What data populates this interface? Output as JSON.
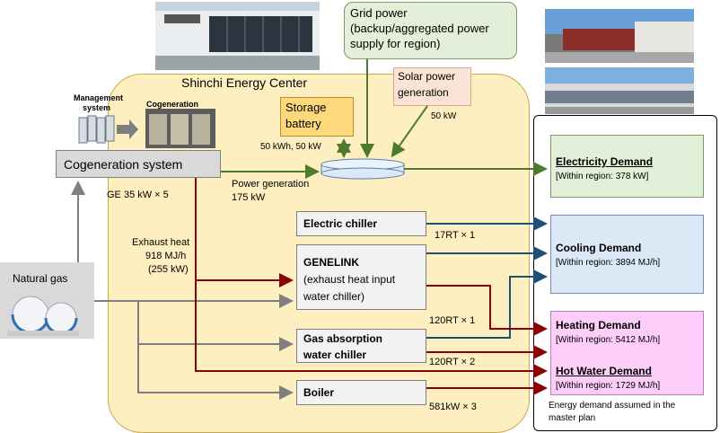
{
  "center": {
    "title": "Shinchi Energy Center"
  },
  "grid": {
    "line1": "Grid power",
    "line2": "(backup/aggregated power",
    "line3": "supply for region)"
  },
  "solar": {
    "line1": "Solar power",
    "line2": "generation",
    "capacity": "50 kW"
  },
  "storage": {
    "line1": "Storage",
    "line2": "battery",
    "capacity": "50 kWh, 50 kW"
  },
  "management": {
    "line1": "Management",
    "line2": "system"
  },
  "cogeneration": {
    "photo_label": "Cogeneration",
    "box_label": "Cogeneration system",
    "spec": "GE 35 kW × 5"
  },
  "power_generation": {
    "line1": "Power generation",
    "line2": "175 kW"
  },
  "exhaust_heat": {
    "line1": "Exhaust heat",
    "line2": "918 MJ/h",
    "line3": "(255 kW)"
  },
  "natural_gas": {
    "label": "Natural gas"
  },
  "electric_chiller": {
    "label": "Electric chiller",
    "spec": "17RT × 1"
  },
  "genelink": {
    "line1": "GENELINK",
    "line2": "(exhaust heat input",
    "line3": "water chiller)",
    "spec": "120RT × 1"
  },
  "gas_absorption": {
    "line1": "Gas absorption",
    "line2": "water chiller",
    "spec": "120RT × 2"
  },
  "boiler": {
    "label": "Boiler",
    "spec": "581kW × 3"
  },
  "demand": {
    "electricity": {
      "title": "Electricity Demand",
      "sub": "[Within region: 378 kW]"
    },
    "cooling": {
      "title": "Cooling Demand",
      "sub": "[Within region: 3894 MJ/h]"
    },
    "heating": {
      "title": "Heating Demand",
      "sub": "[Within region: 5412 MJ/h]"
    },
    "hotwater": {
      "title": "Hot Water Demand",
      "sub": "[Within region: 1729 MJ/h]"
    },
    "note_line1": "Energy demand assumed in the",
    "note_line2": "master plan"
  },
  "colors": {
    "electric": "#4e7a2e",
    "cooling": "#1f4e79",
    "heat": "#8b0000",
    "gas": "#7f7f7f",
    "center_bg": "#fdefc0",
    "grid_box": "#e3efd9",
    "solar_box": "#fbe4d5",
    "storage_box": "#fdd97c",
    "electricity_box": "#e2efd9",
    "cooling_box": "#dbe9f6",
    "heat_box": "#fccdf8"
  }
}
